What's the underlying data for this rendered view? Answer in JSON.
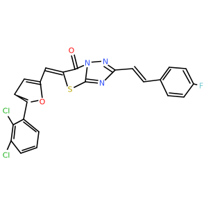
{
  "atoms": {
    "O": {
      "text": "O",
      "color": "#ff0d0d"
    },
    "N": {
      "text": "N",
      "color": "#3050f8"
    },
    "S": {
      "text": "S",
      "color": "#b8a600"
    },
    "F": {
      "text": "F",
      "color": "#70c7d0"
    },
    "Cl": {
      "text": "Cl",
      "color": "#1fb21f"
    }
  }
}
